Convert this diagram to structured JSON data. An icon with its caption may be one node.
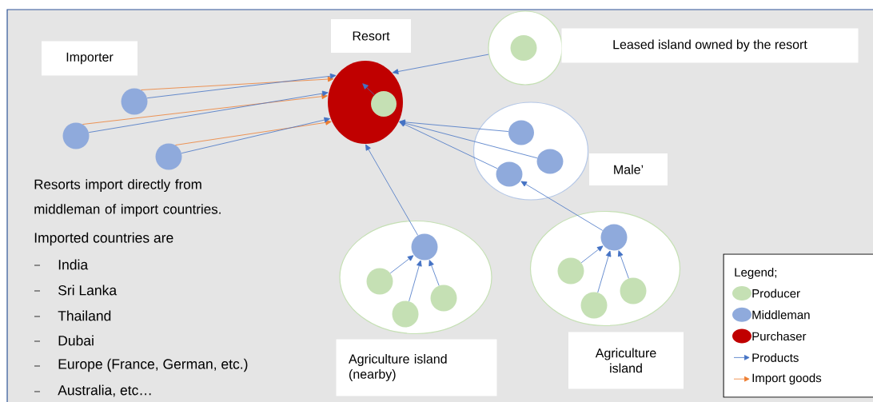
{
  "diagram": {
    "nodes": [
      {
        "text": [
          "Importer"
        ]
      },
      {
        "text": [
          "Resort"
        ]
      },
      {
        "text": [],
        "shape": "circle"
      },
      {
        "text": [],
        "shape": "circle",
        "in": 2
      },
      {
        "text": [],
        "shape": "circle"
      },
      {
        "text": [],
        "shape": "circle",
        "in": 4
      },
      {
        "text": [
          "Leased island owned by the resort"
        ]
      },
      {
        "text": [],
        "shape": "circle"
      },
      {
        "text": [],
        "shape": "circle"
      },
      {
        "text": [],
        "shape": "circle"
      },
      {
        "text": [],
        "shape": "circle"
      },
      {
        "text": [],
        "shape": "circle",
        "in": 10
      },
      {
        "text": [],
        "shape": "circle",
        "in": 10
      },
      {
        "text": [],
        "shape": "circle",
        "in": 10
      },
      {
        "text": [
          "Male’"
        ]
      },
      {
        "text": [],
        "shape": "circle"
      },
      {
        "text": [],
        "shape": "circle",
        "in": 15
      },
      {
        "text": [],
        "shape": "circle",
        "in": 15
      },
      {
        "text": [],
        "shape": "circle",
        "in": 15
      },
      {
        "text": [],
        "shape": "circle",
        "in": 15
      },
      {
        "text": [],
        "shape": "circle"
      },
      {
        "text": [],
        "shape": "circle",
        "in": 20
      },
      {
        "text": [],
        "shape": "circle",
        "in": 20
      },
      {
        "text": [],
        "shape": "circle",
        "in": 20
      },
      {
        "text": [],
        "shape": "circle",
        "in": 20
      },
      {
        "text": [
          "Agriculture island (nearby)"
        ]
      },
      {
        "text": [
          "Agriculture island"
        ]
      }
    ],
    "edges": [
      {
        "from": 7,
        "to": 2,
        "arrow": "to",
        "color": "#ed7d31"
      },
      {
        "from": 7,
        "to": 2,
        "arrow": "to"
      },
      {
        "from": 8,
        "to": 2,
        "arrow": "to",
        "color": "#ed7d31"
      },
      {
        "from": 8,
        "to": 2,
        "arrow": "to"
      },
      {
        "from": 9,
        "to": 2,
        "arrow": "to",
        "color": "#ed7d31"
      },
      {
        "from": 9,
        "to": 2,
        "arrow": "to"
      },
      {
        "from": 3,
        "to": null,
        "arrow": "to"
      },
      {
        "from": 4,
        "to": 2,
        "arrow": "to"
      },
      {
        "from": 11,
        "to": 2,
        "arrow": "to"
      },
      {
        "from": 12,
        "to": 2,
        "arrow": "to"
      },
      {
        "from": 13,
        "to": 2,
        "arrow": "to"
      },
      {
        "from": 16,
        "to": 2,
        "arrow": "to"
      },
      {
        "from": 21,
        "to": 13,
        "arrow": "to"
      },
      {
        "from": 17,
        "to": 16,
        "arrow": "to"
      },
      {
        "from": 18,
        "to": 16,
        "arrow": "to"
      },
      {
        "from": 19,
        "to": 16,
        "arrow": "to"
      },
      {
        "from": 22,
        "to": 21,
        "arrow": "to"
      },
      {
        "from": 23,
        "to": 21,
        "arrow": "to"
      },
      {
        "from": 24,
        "to": 21,
        "arrow": "to"
      }
    ],
    "labels": [
      "Resorts import directly from middleman of import countries.",
      "Imported countries are",
      "India",
      "Sri Lanka",
      "Thailand",
      "Dubai",
      "Europe (France, German, etc.)",
      "Australia, etc…",
      "Legend;"
    ],
    "legend": [
      {
        "text": "Producer",
        "color": "#c5e0b4"
      },
      {
        "text": "Middleman",
        "color": "#8faadc"
      },
      {
        "text": "Purchaser",
        "color": "#c00000"
      },
      {
        "text": "Products"
      },
      {
        "text": "Import goods"
      }
    ]
  }
}
